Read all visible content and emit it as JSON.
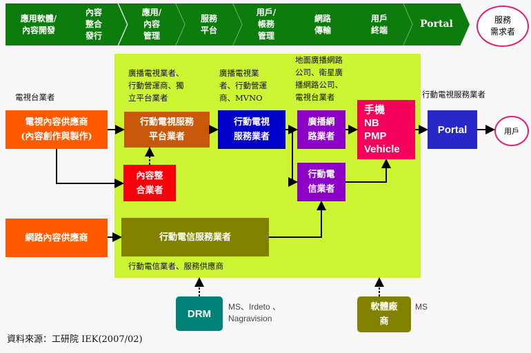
{
  "value_chain": {
    "stages": [
      {
        "label": "應用軟體/\n內容開發"
      },
      {
        "label": "內容\n整合\n發行"
      },
      {
        "label": "應用/\n內容\n管理"
      },
      {
        "label": "服務\n平台"
      },
      {
        "label": "用戶/\n帳務\n管理"
      },
      {
        "label": "網路\n傳輸"
      },
      {
        "label": "用戶\n終端"
      },
      {
        "label": "Portal"
      }
    ],
    "end_node": "服務\n需求者"
  },
  "outside_labels": {
    "tv_station": "電視台業者",
    "mobile_tv_service": "行動電視服務業者"
  },
  "inside_labels": {
    "platform_players": "廣播電視業者、\n行動營運商、獨\n立平台業者",
    "service_players": "廣播電視業\n者、行動營運\n商、MVNO",
    "network_players": "地面廣播網路\n公司、衛星廣\n播網路公司、\n電視台業者",
    "telecom_players": "行動電信業者、服務供應商"
  },
  "boxes": {
    "tv_content_provider": "電視內容供應商\n(內容創作與製作)",
    "internet_content_provider": "網路內容供應商",
    "mobile_tv_platform": "行動電視服務\n平台業者",
    "content_aggregator": "內容整\n合業者",
    "mobile_tv_service": "行動電視\n服務業者",
    "broadcast_network": "廣播網\n路業者",
    "mobile_telecom": "行動電\n信業者",
    "devices": "手機\nNB\nPMP\n Vehicle",
    "mobile_telecom_service": "行動電信服務業者",
    "portal": "Portal",
    "user": "用戶",
    "drm": "DRM",
    "software_vendor": "軟體廠\n商"
  },
  "notes": {
    "drm_vendors": "MS、Irdeto 、\nNagravision",
    "software_vendors": "MS"
  },
  "colors": {
    "chain_green": "#0c7d0c",
    "ecosystem_bg": "#cdf433",
    "content_orange": "#ff5a00",
    "platform_brown": "#c8580a",
    "aggregator_red": "#f5000a",
    "service_blue": "#0000c8",
    "network_purple": "#8c00c8",
    "device_pink": "#f5005a",
    "portal_blue": "#2828c8",
    "telecom_olive": "#828200",
    "drm_teal": "#008278",
    "user_ring": "#e8196e"
  },
  "source": "資料來源：工研院 IEK(2007/02)"
}
